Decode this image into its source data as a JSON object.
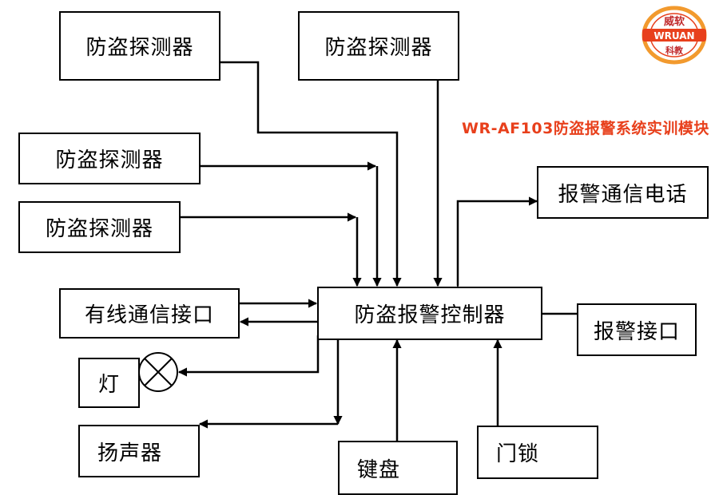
{
  "title": "WR-AF103防盗报警系统实训模块",
  "logo": {
    "top_text": "威软",
    "middle_text": "WRUAN",
    "bottom_text": "科教",
    "accent_color": "#e8401c",
    "ring_color": "#f29a2e"
  },
  "nodes": {
    "detector_1": "防盗探测器",
    "detector_2": "防盗探测器",
    "detector_3": "防盗探测器",
    "detector_4": "防盗探测器",
    "phone": "报警通信电话",
    "wired": "有线通信接口",
    "controller": "防盗报警控制器",
    "alarm_port": "报警接口",
    "lamp": "灯",
    "speaker": "扬声器",
    "keyboard": "键盘",
    "door_lock": "门锁"
  },
  "line_color": "#000000"
}
